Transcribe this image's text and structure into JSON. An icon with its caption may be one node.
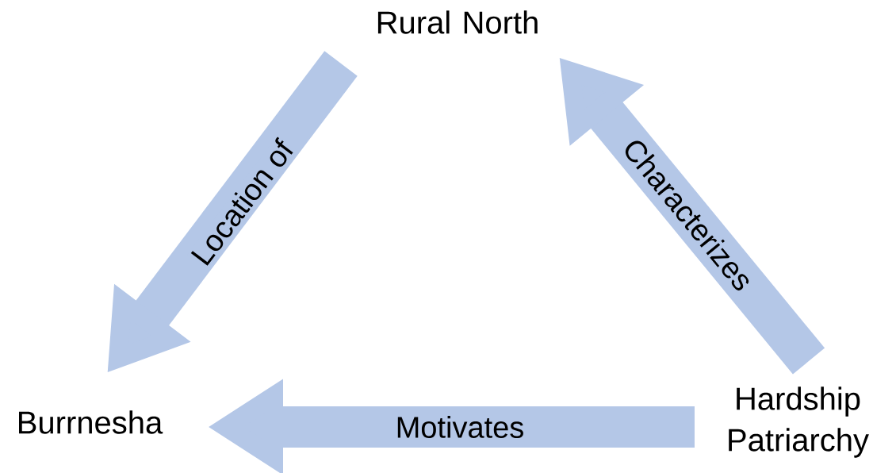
{
  "diagram": {
    "nodes": [
      {
        "text": [
          "Rural North"
        ]
      },
      {
        "text": [
          "Burrnesha"
        ]
      },
      {
        "text": [
          "Hardship Patriarchy"
        ]
      }
    ],
    "edges": [
      {
        "from": 0,
        "to": 1,
        "arrow": "to",
        "label": "Location of"
      },
      {
        "from": 2,
        "to": 0,
        "arrow": "to",
        "label": "Characterizes"
      },
      {
        "from": 2,
        "to": 1,
        "arrow": "to",
        "label": "Motivates"
      }
    ]
  }
}
